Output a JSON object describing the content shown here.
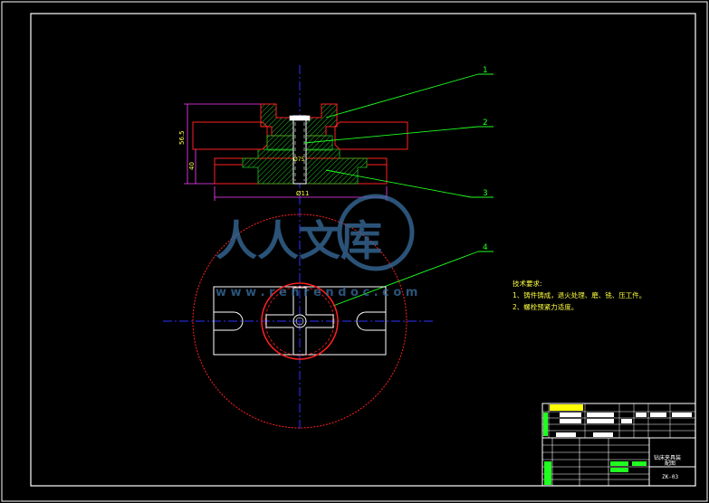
{
  "drawing": {
    "part_numbers": [
      "1",
      "2",
      "3",
      "4"
    ],
    "dimensions": {
      "height_overall": "56.5",
      "height_base": "40",
      "width_base": "Ø11",
      "inner_dia": "Ø75"
    },
    "watermark": {
      "main": "人人文库",
      "url": "w w w . r e n r e n d o c . c o m"
    },
    "tech_requirements": {
      "title": "技术要求:",
      "items": [
        "1、铸件铸成，退火处理、磨、铣、压工件。",
        "2、螺栓预紧力适度。"
      ]
    },
    "title_block": {
      "name_line1": "钻床夹具装",
      "name_line2": "配图",
      "drawing_no": "ZK-03"
    },
    "colors": {
      "frame": "#ffffff",
      "centerline": "#3030ff",
      "outline": "#ff2020",
      "hatch": "#20c020",
      "leader": "#20ff20",
      "dim": "#ff40ff",
      "text": "#ffff40",
      "highlight": "#ffff00",
      "watermark": "#3a6fa0"
    }
  }
}
